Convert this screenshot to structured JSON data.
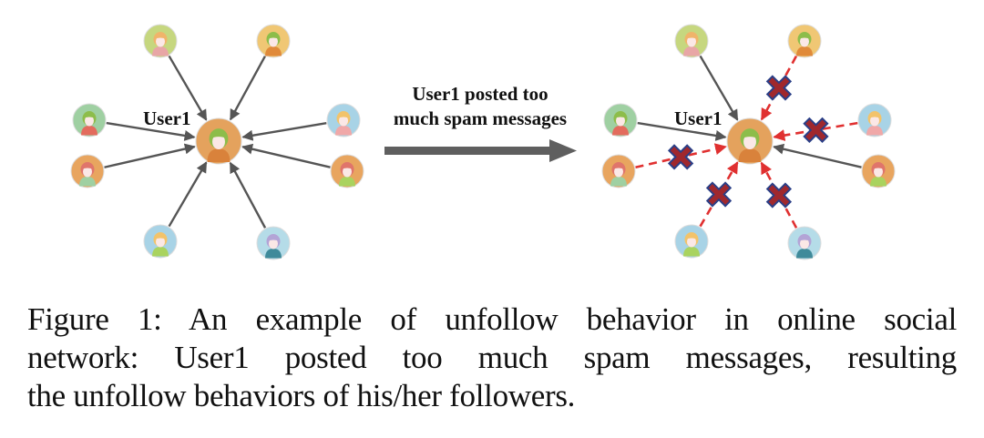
{
  "figure": {
    "left_graph": {
      "center_label": "User1",
      "center": {
        "name": "user1",
        "bg": "#e4a25d",
        "hair": "#8dbd4a",
        "shirt": "#d9823b"
      },
      "followers": [
        {
          "id": "f1",
          "position": "top-left",
          "bg": "#c6d77f",
          "hair": "#f0b46a",
          "shirt": "#e8a6a6",
          "edge": "follow"
        },
        {
          "id": "f2",
          "position": "top-right",
          "bg": "#f0c774",
          "hair": "#8dbd4a",
          "shirt": "#e08a3a",
          "edge": "follow"
        },
        {
          "id": "f3",
          "position": "left-upper",
          "bg": "#9fd0a2",
          "hair": "#8dbd4a",
          "shirt": "#e36b5d",
          "edge": "follow"
        },
        {
          "id": "f4",
          "position": "left-lower",
          "bg": "#e8a55f",
          "hair": "#e0756b",
          "shirt": "#9fd0a2",
          "edge": "follow"
        },
        {
          "id": "f5",
          "position": "right-upper",
          "bg": "#a8d3e6",
          "hair": "#f2c36b",
          "shirt": "#f0a8a8",
          "edge": "follow"
        },
        {
          "id": "f6",
          "position": "right-lower",
          "bg": "#e8a55f",
          "hair": "#e0756b",
          "shirt": "#a9d35f",
          "edge": "follow"
        },
        {
          "id": "f7",
          "position": "bottom-left",
          "bg": "#a8d3e6",
          "hair": "#f2c36b",
          "shirt": "#a9d35f",
          "edge": "follow"
        },
        {
          "id": "f8",
          "position": "bottom-right",
          "bg": "#b5dce8",
          "hair": "#b3a4d6",
          "shirt": "#3f8a9a",
          "edge": "follow"
        }
      ]
    },
    "transition": {
      "line1": "User1 posted too",
      "line2": "much spam messages",
      "arrow_color": "#5f5f5f"
    },
    "right_graph": {
      "center_label": "User1",
      "edges": [
        {
          "from": "f1",
          "status": "follow"
        },
        {
          "from": "f2",
          "status": "unfollow"
        },
        {
          "from": "f3",
          "status": "follow"
        },
        {
          "from": "f4",
          "status": "unfollow"
        },
        {
          "from": "f5",
          "status": "unfollow"
        },
        {
          "from": "f6",
          "status": "follow"
        },
        {
          "from": "f7",
          "status": "unfollow"
        },
        {
          "from": "f8",
          "status": "unfollow"
        }
      ]
    },
    "colors": {
      "follow_edge": "#555555",
      "unfollow_edge": "#e03030",
      "cross_fill": "#a0282d",
      "cross_outline": "#2a3f87"
    }
  },
  "caption": {
    "line1": "Figure 1: An example of unfollow behavior in online social",
    "line2": "network: User1 posted too much spam messages, resulting",
    "line3": "the unfollow behaviors of his/her followers."
  }
}
